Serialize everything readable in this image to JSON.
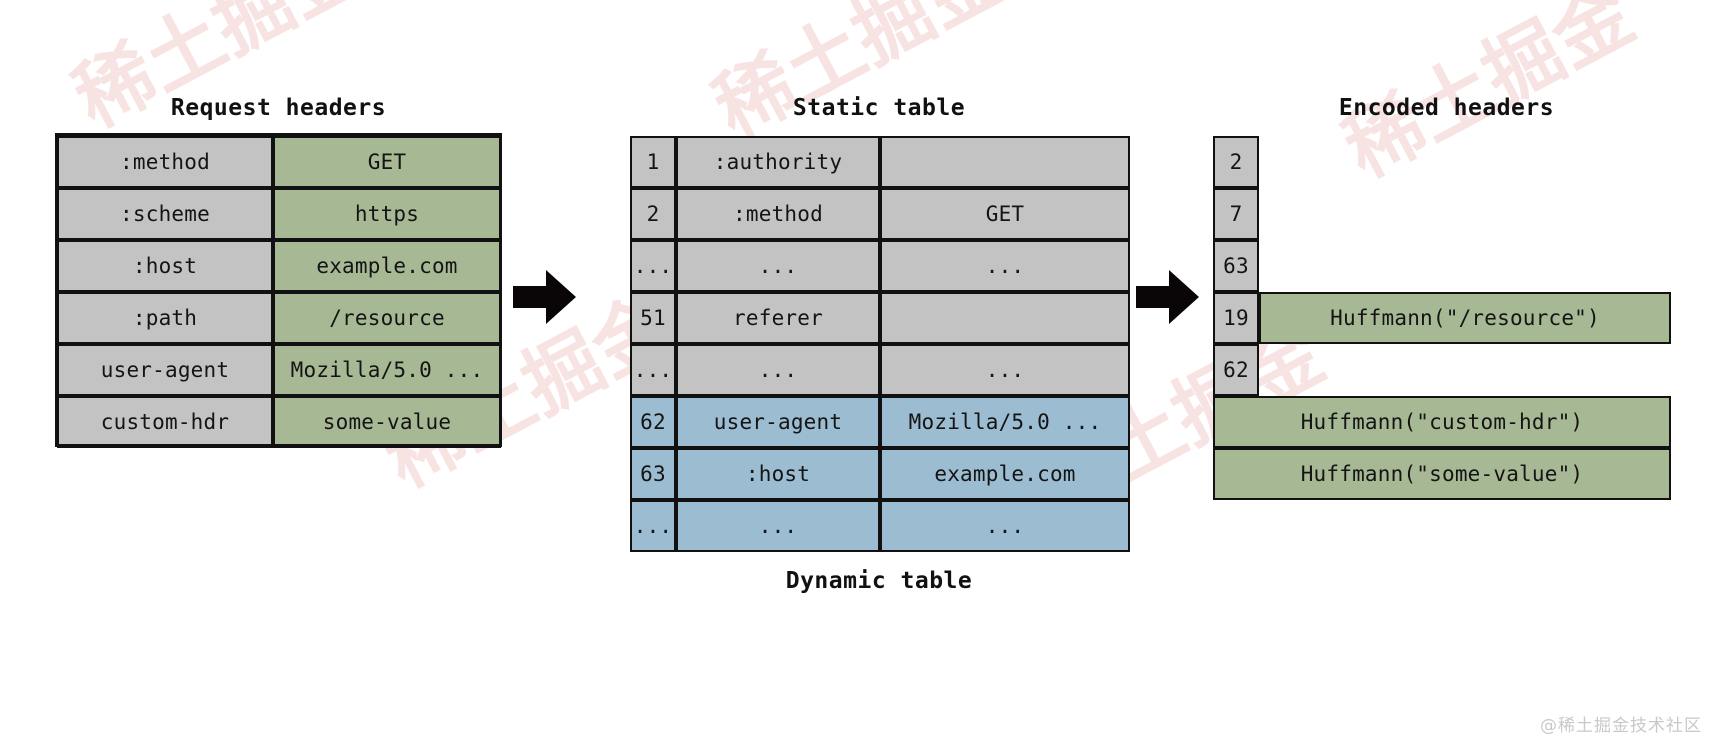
{
  "diagram": {
    "title_request": "Request headers",
    "title_static": "Static table",
    "title_dynamic": "Dynamic table",
    "title_encoded": "Encoded headers",
    "watermark": "@稀土掘金技术社区",
    "bg_watermark": "稀土掘金",
    "colors": {
      "name_cell": "#c3c3c3",
      "value_cell": "#a7b894",
      "dynamic_cell": "#9bbcd1",
      "border": "#111111",
      "arrow": "#000000",
      "background": "#ffffff",
      "watermark": "#c9c9c9"
    }
  },
  "request_headers": {
    "rows": [
      {
        "name": ":method",
        "value": "GET"
      },
      {
        "name": ":scheme",
        "value": "https"
      },
      {
        "name": ":host",
        "value": "example.com"
      },
      {
        "name": ":path",
        "value": "/resource"
      },
      {
        "name": "user-agent",
        "value": "Mozilla/5.0 ..."
      },
      {
        "name": "custom-hdr",
        "value": "some-value"
      }
    ]
  },
  "static_table": {
    "rows": [
      {
        "index": "1",
        "name": ":authority",
        "value": "",
        "section": "static"
      },
      {
        "index": "2",
        "name": ":method",
        "value": "GET",
        "section": "static"
      },
      {
        "index": "...",
        "name": "...",
        "value": "...",
        "section": "static"
      },
      {
        "index": "51",
        "name": "referer",
        "value": "",
        "section": "static"
      },
      {
        "index": "...",
        "name": "...",
        "value": "...",
        "section": "static"
      },
      {
        "index": "62",
        "name": "user-agent",
        "value": "Mozilla/5.0 ...",
        "section": "dynamic"
      },
      {
        "index": "63",
        "name": ":host",
        "value": "example.com",
        "section": "dynamic"
      },
      {
        "index": "...",
        "name": "...",
        "value": "...",
        "section": "dynamic"
      }
    ]
  },
  "encoded_headers": {
    "rows": [
      {
        "index": "2",
        "value": "",
        "has_value": false
      },
      {
        "index": "7",
        "value": "",
        "has_value": false
      },
      {
        "index": "63",
        "value": "",
        "has_value": false
      },
      {
        "index": "19",
        "value": "Huffmann(\"/resource\")",
        "has_value": true
      },
      {
        "index": "62",
        "value": "",
        "has_value": false
      }
    ],
    "literal_rows": [
      {
        "value": "Huffmann(\"custom-hdr\")"
      },
      {
        "value": "Huffmann(\"some-value\")"
      }
    ]
  },
  "arrows": [
    {
      "name": "arrow-request-to-static"
    },
    {
      "name": "arrow-static-to-encoded"
    }
  ]
}
